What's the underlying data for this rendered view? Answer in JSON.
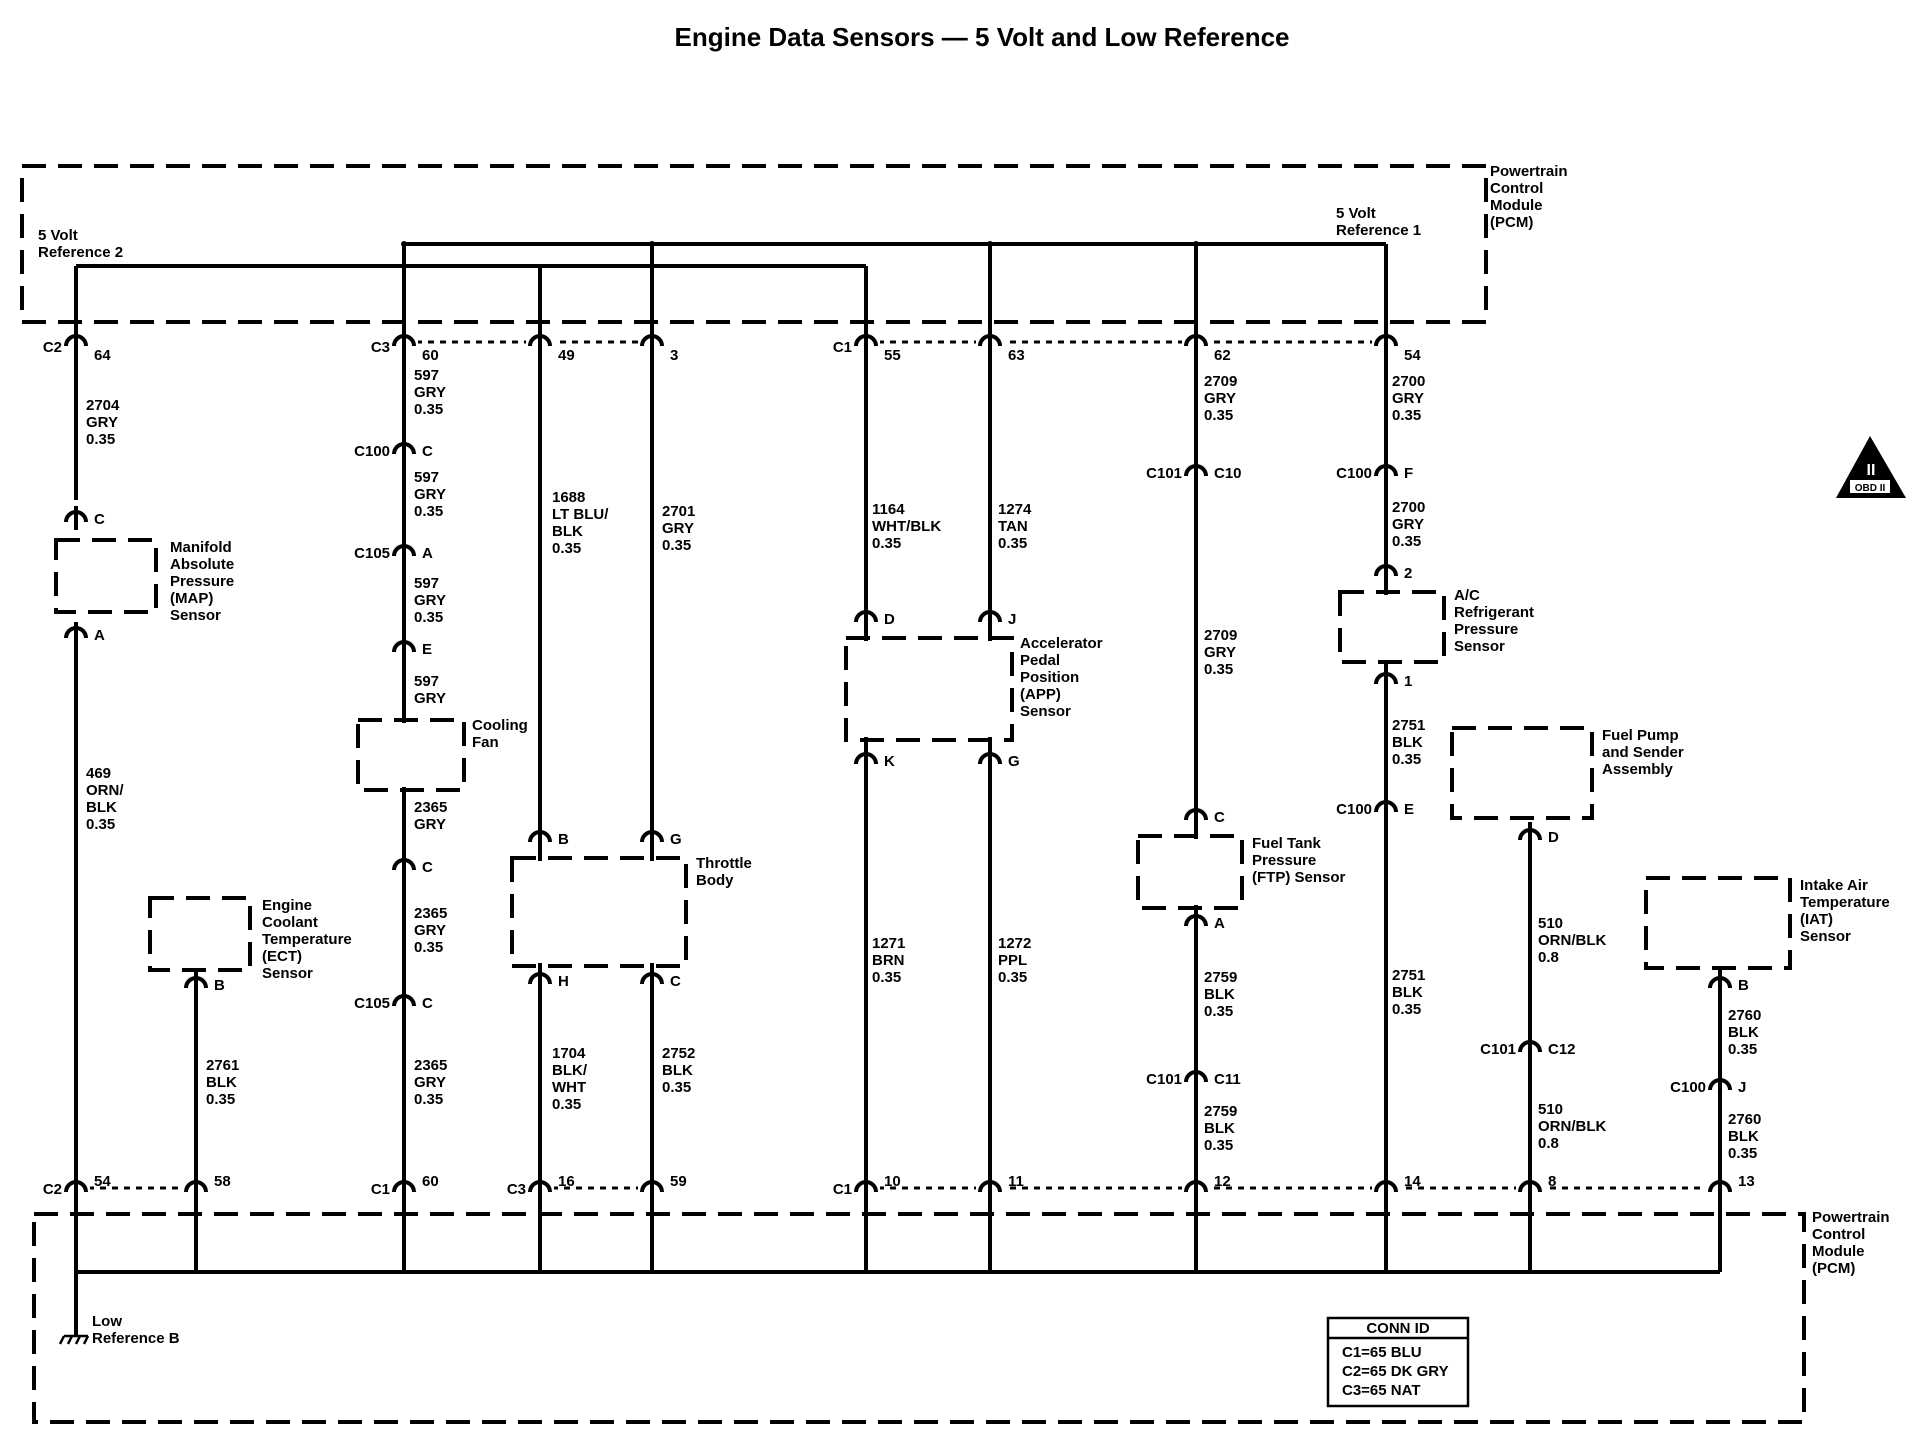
{
  "title": "Engine Data Sensors — 5 Volt and Low Reference",
  "pcm_label": [
    "Powertrain",
    "Control",
    "Module",
    "(PCM)"
  ],
  "ref2_label": [
    "5 Volt",
    "Reference 2"
  ],
  "ref1_label": [
    "5 Volt",
    "Reference 1"
  ],
  "low_ref_label": [
    "Low",
    "Reference B"
  ],
  "obd_badge": {
    "numeral": "II",
    "text": "OBD II"
  },
  "conn_id": {
    "header": "CONN ID",
    "lines": [
      "C1=65 BLU",
      "C2=65 DK GRY",
      "C3=65 NAT"
    ]
  },
  "top_pins": [
    {
      "conn": "C2",
      "pin": "64"
    },
    {
      "conn": "C3",
      "pin": "60"
    },
    {
      "conn": "",
      "pin": "49"
    },
    {
      "conn": "",
      "pin": "3"
    },
    {
      "conn": "C1",
      "pin": "55"
    },
    {
      "conn": "",
      "pin": "63"
    },
    {
      "conn": "",
      "pin": "62"
    },
    {
      "conn": "",
      "pin": "54"
    }
  ],
  "bottom_pins": [
    {
      "conn": "C2",
      "pin": "54"
    },
    {
      "conn": "",
      "pin": "58"
    },
    {
      "conn": "C1",
      "pin": "60"
    },
    {
      "conn": "C3",
      "pin": "16"
    },
    {
      "conn": "",
      "pin": "59"
    },
    {
      "conn": "C1",
      "pin": "10"
    },
    {
      "conn": "",
      "pin": "11"
    },
    {
      "conn": "",
      "pin": "12"
    },
    {
      "conn": "",
      "pin": "14"
    },
    {
      "conn": "",
      "pin": "8"
    },
    {
      "conn": "",
      "pin": "13"
    }
  ],
  "components": [
    {
      "name": [
        "Manifold",
        "Absolute",
        "Pressure",
        "(MAP)",
        "Sensor"
      ],
      "top_pin": "C",
      "bottom_pin": "A"
    },
    {
      "name": [
        "Engine",
        "Coolant",
        "Temperature",
        "(ECT)",
        "Sensor"
      ],
      "bottom_pin": "B"
    },
    {
      "name": [
        "Cooling",
        "Fan"
      ]
    },
    {
      "name": [
        "Throttle",
        "Body"
      ],
      "top_pins": [
        "B",
        "G"
      ],
      "bottom_pins": [
        "H",
        "C"
      ]
    },
    {
      "name": [
        "Accelerator",
        "Pedal",
        "Position",
        "(APP)",
        "Sensor"
      ],
      "top_pins": [
        "D",
        "J"
      ],
      "bottom_pins": [
        "K",
        "G"
      ]
    },
    {
      "name": [
        "Fuel Tank",
        "Pressure",
        "(FTP) Sensor"
      ],
      "top_pin": "C",
      "bottom_pin": "A"
    },
    {
      "name": [
        "A/C",
        "Refrigerant",
        "Pressure",
        "Sensor"
      ],
      "top_pin": "2",
      "bottom_pin": "1"
    },
    {
      "name": [
        "Fuel Pump",
        "and Sender",
        "Assembly"
      ],
      "bottom_pin": "D"
    },
    {
      "name": [
        "Intake Air",
        "Temperature",
        "(IAT)",
        "Sensor"
      ],
      "bottom_pin": "B"
    }
  ],
  "wire_labels": [
    [
      "2704",
      "GRY",
      "0.35"
    ],
    [
      "597",
      "GRY",
      "0.35"
    ],
    [
      "597",
      "GRY",
      "0.35"
    ],
    [
      "597",
      "GRY",
      "0.35"
    ],
    [
      "597",
      "GRY"
    ],
    [
      "1688",
      "LT BLU/",
      "BLK",
      "0.35"
    ],
    [
      "2701",
      "GRY",
      "0.35"
    ],
    [
      "1164",
      "WHT/BLK",
      "0.35"
    ],
    [
      "1274",
      "TAN",
      "0.35"
    ],
    [
      "2709",
      "GRY",
      "0.35"
    ],
    [
      "2709",
      "GRY",
      "0.35"
    ],
    [
      "2700",
      "GRY",
      "0.35"
    ],
    [
      "2700",
      "GRY",
      "0.35"
    ],
    [
      "469",
      "ORN/",
      "BLK",
      "0.35"
    ],
    [
      "2761",
      "BLK",
      "0.35"
    ],
    [
      "2365",
      "GRY"
    ],
    [
      "2365",
      "GRY",
      "0.35"
    ],
    [
      "2365",
      "GRY",
      "0.35"
    ],
    [
      "1704",
      "BLK/",
      "WHT",
      "0.35"
    ],
    [
      "2752",
      "BLK",
      "0.35"
    ],
    [
      "1271",
      "BRN",
      "0.35"
    ],
    [
      "1272",
      "PPL",
      "0.35"
    ],
    [
      "2759",
      "BLK",
      "0.35"
    ],
    [
      "2759",
      "BLK",
      "0.35"
    ],
    [
      "2751",
      "BLK",
      "0.35"
    ],
    [
      "2751",
      "BLK",
      "0.35"
    ],
    [
      "510",
      "ORN/BLK",
      "0.8"
    ],
    [
      "510",
      "ORN/BLK",
      "0.8"
    ],
    [
      "2760",
      "BLK",
      "0.35"
    ],
    [
      "2760",
      "BLK",
      "0.35"
    ]
  ],
  "inline_connectors": [
    {
      "conn": "C100",
      "pin": "C"
    },
    {
      "conn": "C105",
      "pin": "A"
    },
    {
      "conn": "",
      "pin": "E"
    },
    {
      "conn": "",
      "pin": "C"
    },
    {
      "conn": "C105",
      "pin": "C"
    },
    {
      "conn": "C101",
      "pin": "C10"
    },
    {
      "conn": "C101",
      "pin": "C11"
    },
    {
      "conn": "C100",
      "pin": "F"
    },
    {
      "conn": "C100",
      "pin": "E"
    },
    {
      "conn": "C101",
      "pin": "C12"
    },
    {
      "conn": "C100",
      "pin": "J"
    }
  ]
}
